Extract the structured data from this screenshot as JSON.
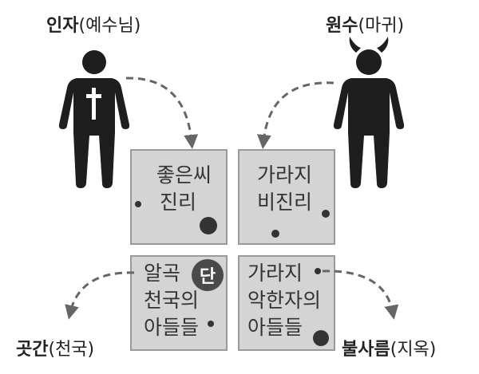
{
  "labels": {
    "son_of_man": {
      "main": "인자",
      "sub": "(예수님)"
    },
    "enemy": {
      "main": "원수",
      "sub": "(마귀)"
    },
    "barn": {
      "main": "곳간",
      "sub": "(천국)"
    },
    "fire": {
      "main": "불사름",
      "sub": "(지옥)"
    }
  },
  "boxes": {
    "good_seed": {
      "line1": "좋은씨",
      "line2": "진리"
    },
    "tares_top": {
      "line1": "가라지",
      "line2": "비진리"
    },
    "wheat": {
      "line1": "알곡",
      "line2": "천국의",
      "line3": "아들들"
    },
    "tares_bottom": {
      "line1": "가라지",
      "line2": "악한자의",
      "line3": "아들들"
    }
  },
  "badge": {
    "text": "단"
  },
  "colors": {
    "box_fill": "#d4d4d4",
    "box_border": "#9a9a9a",
    "figure": "#1e1e1e",
    "arrow": "#666666"
  }
}
